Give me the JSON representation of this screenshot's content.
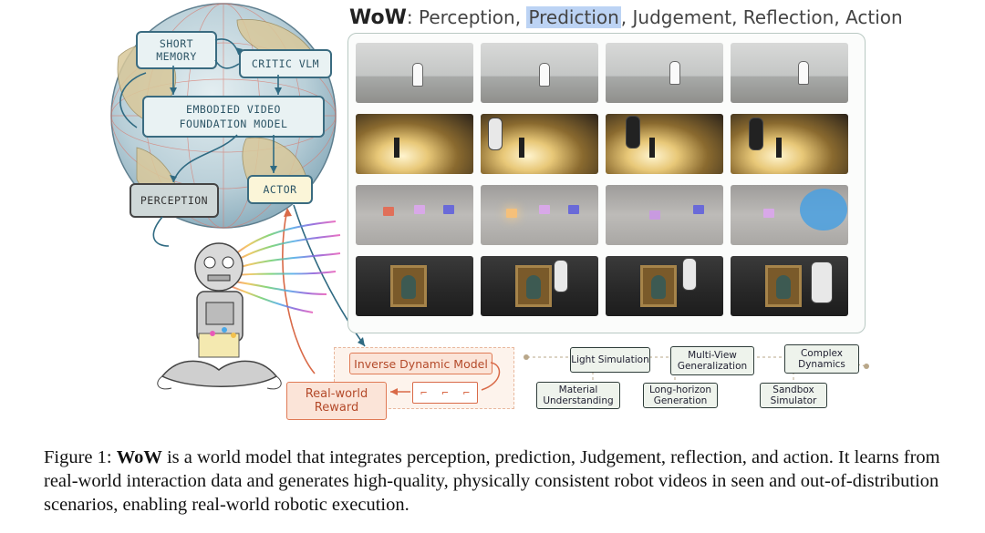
{
  "figure": {
    "title_brand": "WoW",
    "title_rest_1": ": Perception, ",
    "title_highlight": "Prediction",
    "title_rest_2": ", Judgement, Reflection, Action",
    "globe_boxes": {
      "short_memory": "SHORT\nMEMORY",
      "critic_vlm": "CRITIC VLM",
      "foundation_model": "EMBODIED VIDEO\nFOUNDATION MODEL",
      "perception": "PERCEPTION",
      "actor": "ACTOR"
    },
    "loop_boxes": {
      "inverse_dynamic_model": "Inverse Dynamic Model",
      "real_world_reward": "Real-world\nReward"
    },
    "capabilities": [
      "Light Simulation",
      "Multi-View\nGeneralization",
      "Complex\nDynamics",
      "Material\nUnderstanding",
      "Long-horizon\nGeneration",
      "Sandbox\nSimulator"
    ],
    "colors": {
      "highlight": "#bcd3f4",
      "orange": "#e07a55",
      "teal": "#3a6b80"
    }
  },
  "caption": {
    "label": "Figure 1: ",
    "brand": "WoW",
    "text": " is a world model that integrates perception, prediction, Judgement, reflection, and action. It learns from real-world interaction data and generates high-quality, physically consistent robot videos in seen and out-of-distribution scenarios, enabling real-world robotic execution."
  }
}
